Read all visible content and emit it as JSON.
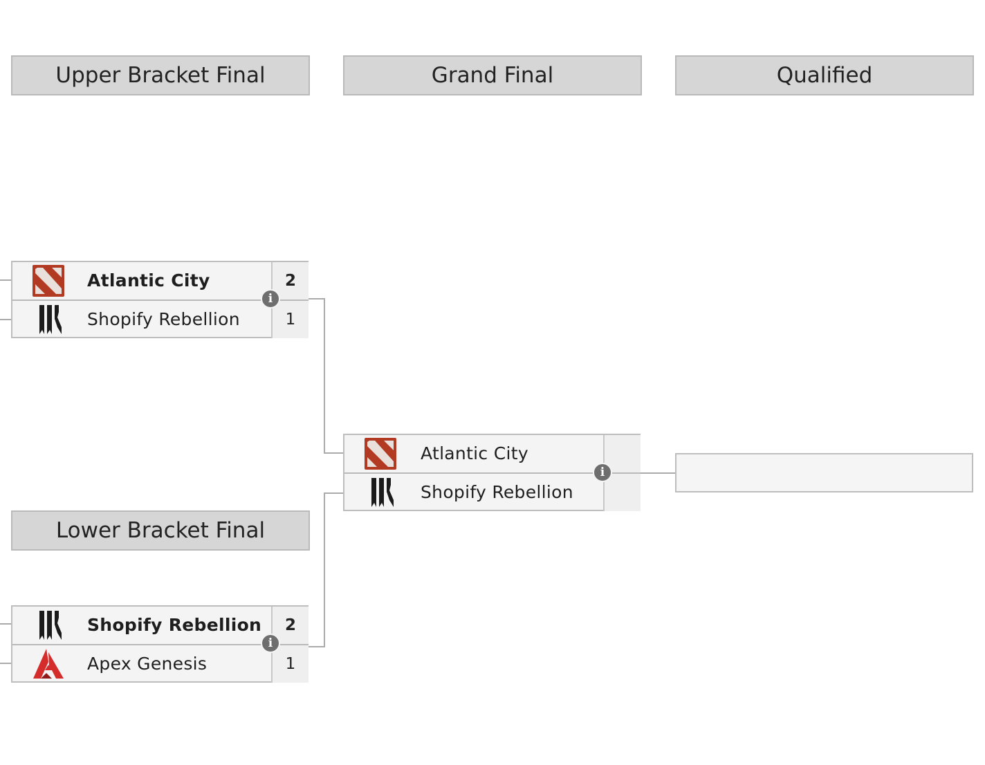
{
  "headers": {
    "upper_bracket_final": "Upper Bracket Final",
    "grand_final": "Grand Final",
    "qualified": "Qualified",
    "lower_bracket_final": "Lower Bracket Final"
  },
  "upper_final": {
    "team1": {
      "name": "Atlantic City",
      "score": "2",
      "logo": "dota-logo-icon"
    },
    "team2": {
      "name": "Shopify Rebellion",
      "score": "1",
      "logo": "shopify-rebellion-logo-icon"
    }
  },
  "grand_final": {
    "team1": {
      "name": "Atlantic City",
      "score": "",
      "logo": "dota-logo-icon"
    },
    "team2": {
      "name": "Shopify Rebellion",
      "score": "",
      "logo": "shopify-rebellion-logo-icon"
    }
  },
  "lower_final": {
    "team1": {
      "name": "Shopify Rebellion",
      "score": "2",
      "logo": "shopify-rebellion-logo-icon"
    },
    "team2": {
      "name": "Apex Genesis",
      "score": "1",
      "logo": "apex-genesis-logo-icon"
    }
  },
  "info_glyph": "i",
  "colors": {
    "header_bg": "#d6d6d6",
    "match_bg": "#f4f4f4",
    "connector": "#aaaaaa",
    "dota_red": "#b23a22",
    "apex_red": "#d42b2b"
  }
}
